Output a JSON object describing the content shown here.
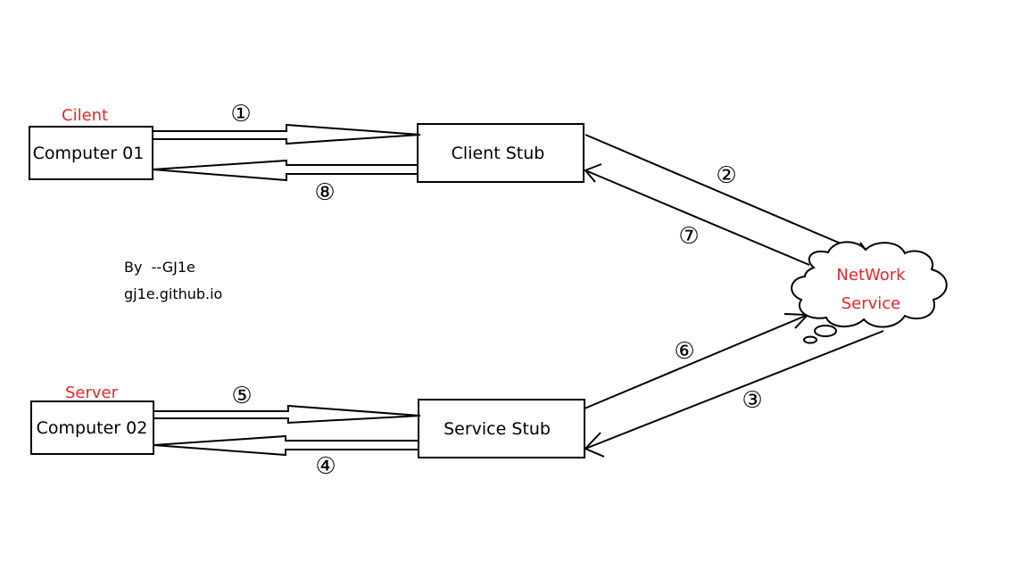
{
  "colors": {
    "role_label": "#e8242a",
    "cloud_label": "#e8242a",
    "stroke": "#000000"
  },
  "labels": {
    "client_role": "Cilent",
    "server_role": "Server",
    "computer01": "Computer 01",
    "computer02": "Computer 02",
    "client_stub": "Client Stub",
    "service_stub": "Service Stub",
    "network_line1": "NetWork",
    "network_line2": "Service"
  },
  "steps": {
    "s1": "①",
    "s2": "②",
    "s3": "③",
    "s4": "④",
    "s5": "⑤",
    "s6": "⑥",
    "s7": "⑦",
    "s8": "⑧"
  },
  "credit": {
    "by": "By  --GJ1e",
    "site": "gj1e.github.io"
  }
}
